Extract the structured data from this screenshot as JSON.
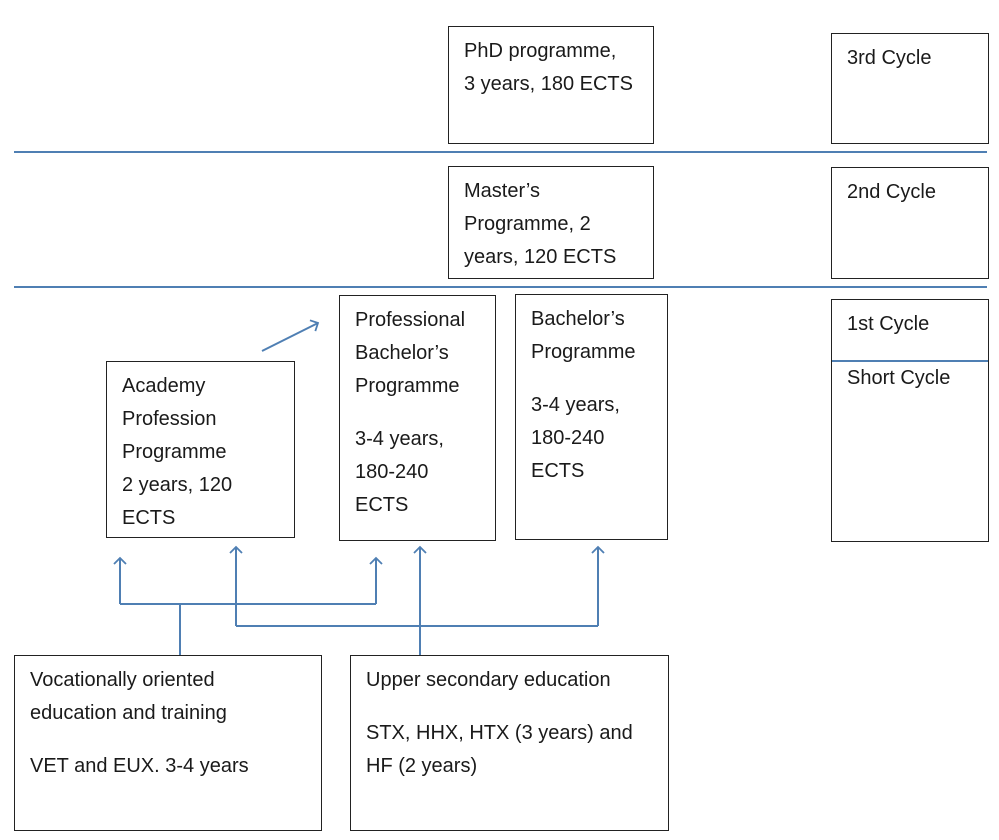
{
  "boxes": {
    "phd": {
      "lines": [
        "PhD programme,",
        "3 years, 180 ECTS"
      ]
    },
    "masters": {
      "lines": [
        "Master’s",
        "Programme, 2",
        "years, 120 ECTS"
      ]
    },
    "academy": {
      "lines": [
        "Academy",
        "Profession",
        "Programme",
        "2 years, 120",
        "ECTS"
      ]
    },
    "professional_bachelor": {
      "title": [
        "Professional",
        "Bachelor’s",
        "Programme"
      ],
      "details": [
        "3-4 years,",
        "180-240",
        "ECTS"
      ]
    },
    "bachelor": {
      "title": [
        "Bachelor’s",
        "Programme"
      ],
      "details": [
        "3-4 years,",
        "180-240",
        "ECTS"
      ]
    },
    "vocational": {
      "title": [
        "Vocationally oriented",
        "education and training"
      ],
      "details": [
        "VET and EUX. 3-4 years"
      ]
    },
    "upper_secondary": {
      "title": [
        "Upper secondary education"
      ],
      "details": [
        "STX, HHX, HTX (3 years) and",
        "HF (2 years)"
      ]
    }
  },
  "cycles": {
    "third": "3rd Cycle",
    "second": "2nd Cycle",
    "first": "1st Cycle",
    "short": "Short Cycle"
  },
  "colors": {
    "connector": "#4f7fb3",
    "border": "#222222",
    "text": "#1a1a1a"
  }
}
